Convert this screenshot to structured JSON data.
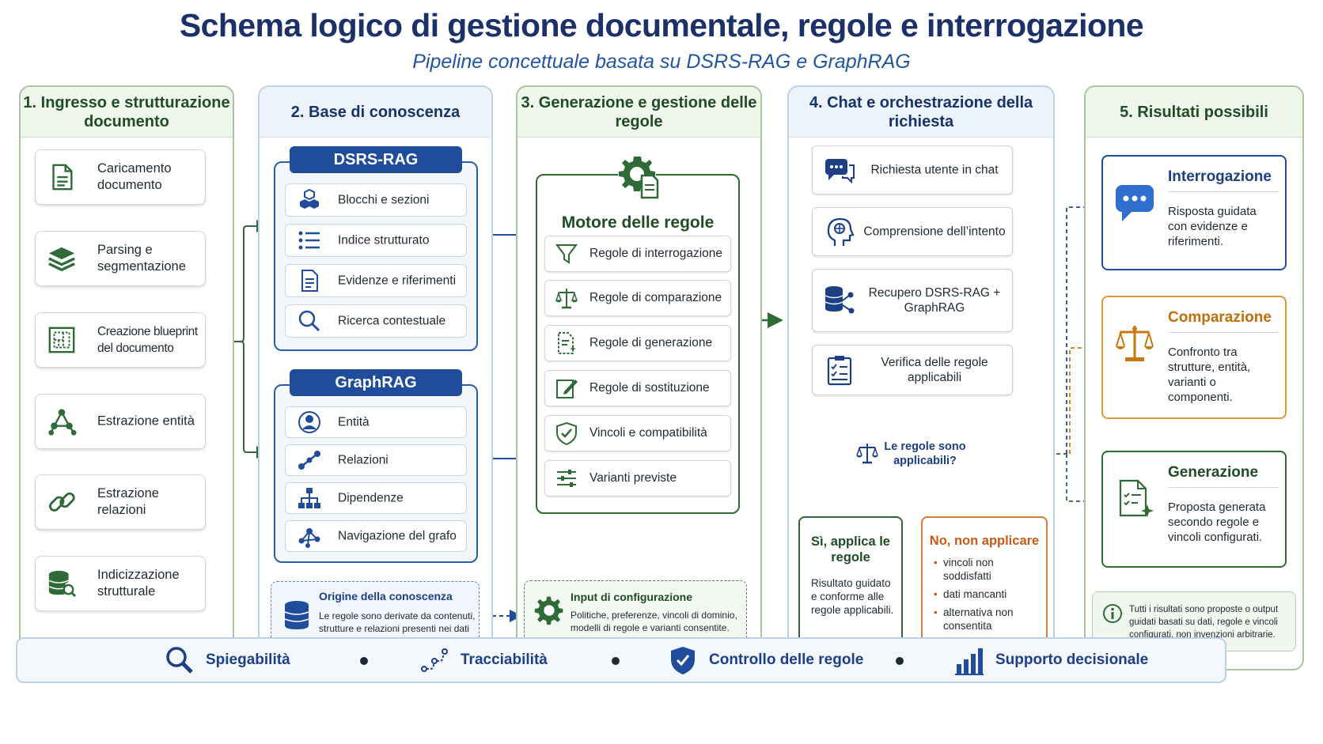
{
  "title": "Schema logico di gestione documentale, regole e interrogazione",
  "subtitle": "Pipeline concettuale basata su DSRS-RAG e GraphRAG",
  "col1": {
    "title": "1. Ingresso e strutturazione documento",
    "steps": [
      {
        "label": "Caricamento documento",
        "icon": "document-icon"
      },
      {
        "label": "Parsing e segmentazione",
        "icon": "layers-icon"
      },
      {
        "label": "Creazione blueprint del documento",
        "icon": "blueprint-icon"
      },
      {
        "label": "Estrazione entità",
        "icon": "network-icon"
      },
      {
        "label": "Estrazione relazioni",
        "icon": "link-icon"
      },
      {
        "label": "Indicizzazione strutturale",
        "icon": "database-search-icon"
      }
    ]
  },
  "col2": {
    "title": "2. Base di conoscenza",
    "dsrs": {
      "title": "DSRS-RAG",
      "items": [
        {
          "label": "Blocchi e sezioni",
          "icon": "cubes-icon"
        },
        {
          "label": "Indice strutturato",
          "icon": "list-icon"
        },
        {
          "label": "Evidenze e riferimenti",
          "icon": "document-ref-icon"
        },
        {
          "label": "Ricerca contestuale",
          "icon": "search-icon"
        }
      ]
    },
    "graph": {
      "title": "GraphRAG",
      "items": [
        {
          "label": "Entità",
          "icon": "user-icon"
        },
        {
          "label": "Relazioni",
          "icon": "relation-icon"
        },
        {
          "label": "Dipendenze",
          "icon": "hierarchy-icon"
        },
        {
          "label": "Navigazione del grafo",
          "icon": "graph-icon"
        }
      ]
    },
    "origin": {
      "title": "Origine della conoscenza",
      "text": "Le regole sono derivate da contenuti, strutture e relazioni presenti nei dati e dalle configurazioni."
    }
  },
  "col3": {
    "title": "3. Generazione e gestione delle regole",
    "engine_title": "Motore delle regole",
    "rules": [
      {
        "label": "Regole di interrogazione",
        "icon": "funnel-icon"
      },
      {
        "label": "Regole di comparazione",
        "icon": "scale-icon"
      },
      {
        "label": "Regole di generazione",
        "icon": "document-gen-icon"
      },
      {
        "label": "Regole di sostituzione",
        "icon": "edit-icon"
      },
      {
        "label": "Vincoli e compatibilità",
        "icon": "shield-check-icon"
      },
      {
        "label": "Varianti previste",
        "icon": "sliders-icon"
      }
    ],
    "config": {
      "title": "Input di configurazione",
      "text": "Politiche, preferenze, vincoli di dominio, modelli di regole e varianti consentite."
    }
  },
  "col4": {
    "title": "4. Chat e orchestrazione della richiesta",
    "steps": [
      {
        "label": "Richiesta utente in chat",
        "icon": "chat-icon"
      },
      {
        "label": "Comprensione dell’intento",
        "icon": "head-icon"
      },
      {
        "label": "Recupero DSRS-RAG + GraphRAG",
        "icon": "db-graph-icon"
      },
      {
        "label": "Verifica delle regole applicabili",
        "icon": "clipboard-icon"
      }
    ],
    "decision": "Le regole sono applicabili?",
    "yes": {
      "title": "Sì, applica le regole",
      "text": "Risultato guidato e conforme alle regole applicabili."
    },
    "no": {
      "title": "No, non applicare",
      "items": [
        "vincoli non soddisfatti",
        "dati mancanti",
        "alternativa non consentita"
      ]
    }
  },
  "col5": {
    "title": "5. Risultati possibili",
    "outputs": [
      {
        "title": "Interrogazione",
        "text": "Risposta guidata con evidenze e riferimenti.",
        "icon": "chat-bubble-icon",
        "color": "#1f4d9c"
      },
      {
        "title": "Comparazione",
        "text": "Confronto tra strutture, entità, varianti o componenti.",
        "icon": "balance-icon",
        "color": "#c9780f"
      },
      {
        "title": "Generazione",
        "text": "Proposta generata secondo regole e vincoli configurati.",
        "icon": "document-spark-icon",
        "color": "#2f6b36"
      }
    ],
    "note": "Tutti i risultati sono proposte o output guidati basati su dati, regole e vincoli configurati, non invenzioni arbitrarie."
  },
  "footer": [
    {
      "label": "Spiegabilità",
      "icon": "magnifier-icon"
    },
    {
      "label": "Tracciabilità",
      "icon": "trace-icon"
    },
    {
      "label": "Controllo delle regole",
      "icon": "shield-icon"
    },
    {
      "label": "Supporto decisionale",
      "icon": "bar-chart-icon"
    }
  ],
  "colors": {
    "navy": "#1c3169",
    "blue": "#1f4d9c",
    "green": "#2f6b36",
    "orange": "#d97b3a",
    "gold": "#c9780f"
  }
}
